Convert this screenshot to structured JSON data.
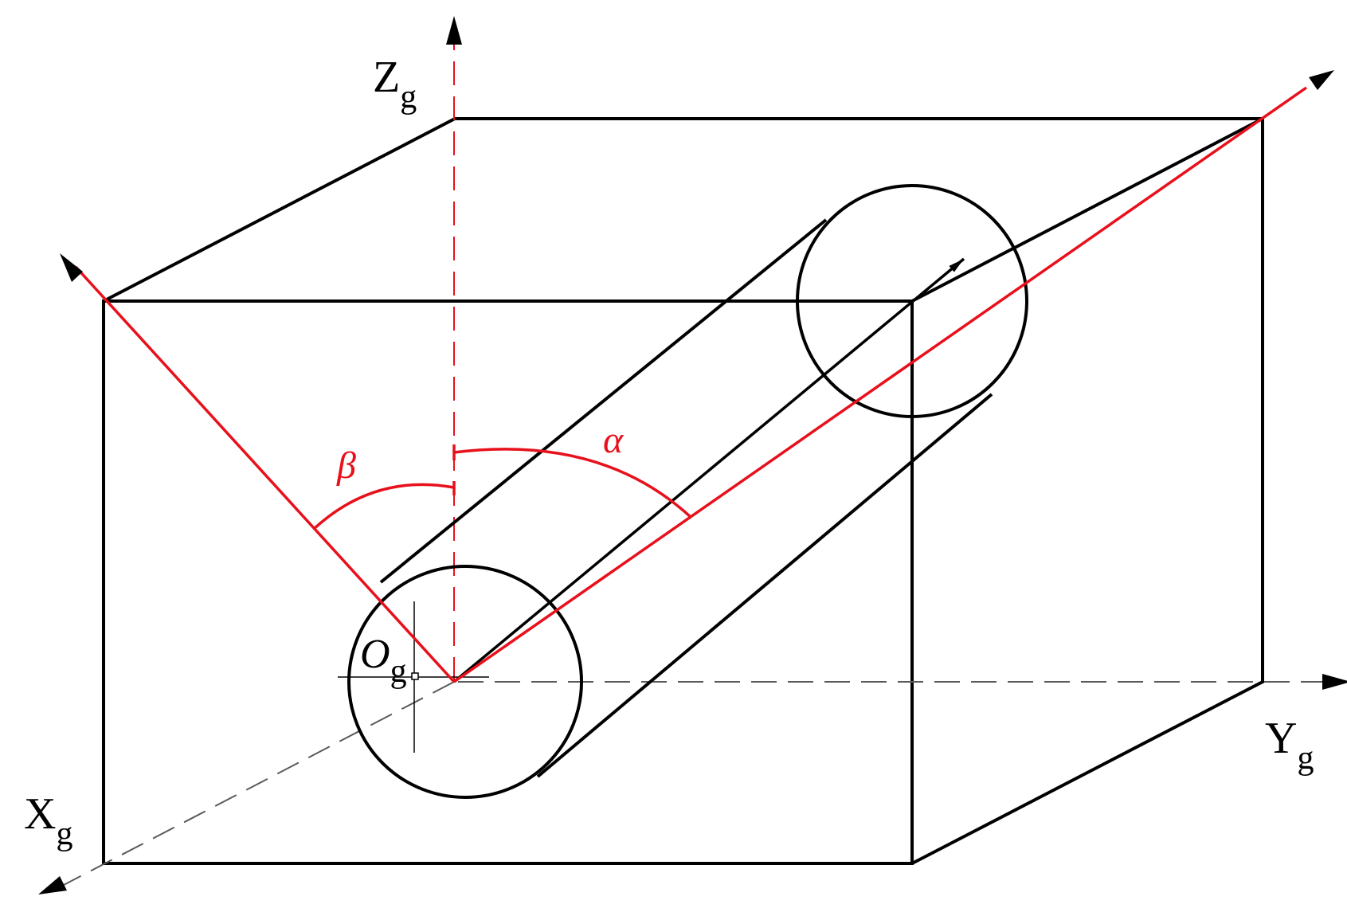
{
  "colors": {
    "ink": "#000000",
    "accent": "#e8101b",
    "axis_grey": "#5a5a5a"
  },
  "axes": {
    "z": {
      "main": "Z",
      "sub": "g"
    },
    "y": {
      "main": "Y",
      "sub": "g"
    },
    "x": {
      "main": "X",
      "sub": "g"
    },
    "origin": {
      "main": "O",
      "sub": "g"
    }
  },
  "angles": {
    "alpha": "α",
    "beta": "β"
  }
}
